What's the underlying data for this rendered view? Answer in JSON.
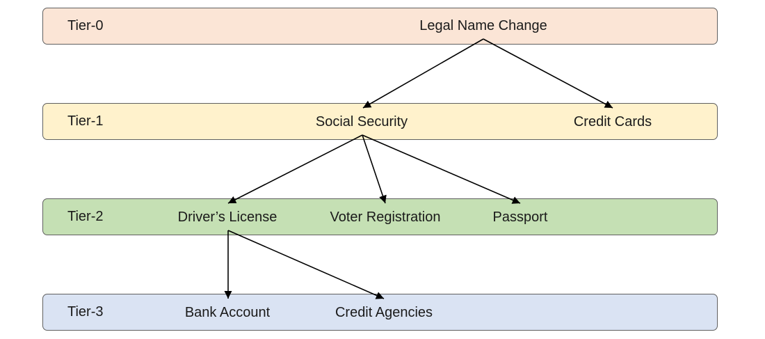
{
  "tiers": [
    {
      "label": "Tier-0",
      "nodes": [
        "Legal Name Change"
      ]
    },
    {
      "label": "Tier-1",
      "nodes": [
        "Social Security",
        "Credit Cards"
      ]
    },
    {
      "label": "Tier-2",
      "nodes": [
        "Driver’s License",
        "Voter Registration",
        "Passport"
      ]
    },
    {
      "label": "Tier-3",
      "nodes": [
        "Bank Account",
        "Credit Agencies"
      ]
    }
  ],
  "edges": [
    {
      "from": "Legal Name Change",
      "to": "Social Security"
    },
    {
      "from": "Legal Name Change",
      "to": "Credit Cards"
    },
    {
      "from": "Social Security",
      "to": "Driver’s License"
    },
    {
      "from": "Social Security",
      "to": "Voter Registration"
    },
    {
      "from": "Social Security",
      "to": "Passport"
    },
    {
      "from": "Driver’s License",
      "to": "Bank Account"
    },
    {
      "from": "Driver’s License",
      "to": "Credit Agencies"
    }
  ],
  "colors": {
    "tier0": "#fbe5d6",
    "tier1": "#fff2cc",
    "tier2": "#c5e0b4",
    "tier3": "#dae3f3",
    "border": "#5f5f5f",
    "arrow": "#000000"
  }
}
